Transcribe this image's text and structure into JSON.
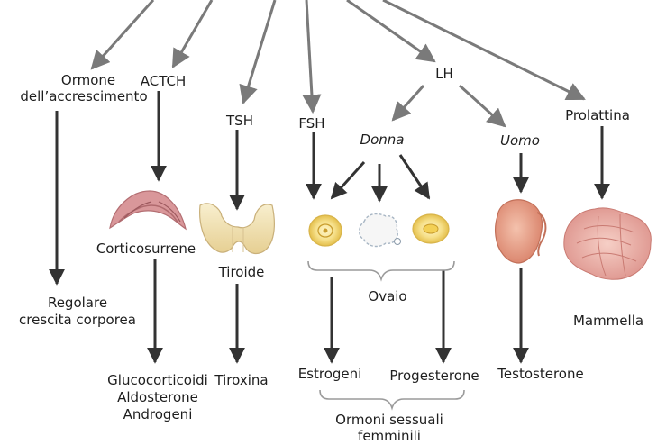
{
  "hormones": {
    "gh": [
      "Ormone",
      "dell’accrescimento"
    ],
    "actch": "ACTCH",
    "tsh": "TSH",
    "fsh": "FSH",
    "lh": "LH",
    "prolattina": "Prolattina"
  },
  "sexes": {
    "donna": "Donna",
    "uomo": "Uomo"
  },
  "organs": {
    "corticosurrene": "Corticosurrene",
    "tiroide": "Tiroide",
    "ovaio": "Ovaio",
    "mammella": "Mammella"
  },
  "effects": {
    "crescita": [
      "Regolare",
      "crescita corporea"
    ],
    "cortico": [
      "Glucocorticoidi",
      "Aldosterone",
      "Androgeni"
    ],
    "tiroxina": "Tiroxina",
    "estrogeni": "Estrogeni",
    "progesterone": "Progesterone",
    "testosterone": "Testosterone",
    "ormoni_sessuali": [
      "Ormoni sessuali",
      "femminili"
    ]
  },
  "colors": {
    "arrow_top": "#7a7a7a",
    "arrow_dark": "#3a3a3a",
    "brace": "#9a9a9a",
    "adrenal": "#c97e80",
    "thyroid": "#efe0b4",
    "ovary": "#f0d46a",
    "testis": "#e39a82",
    "breast": "#e8a7a0"
  }
}
